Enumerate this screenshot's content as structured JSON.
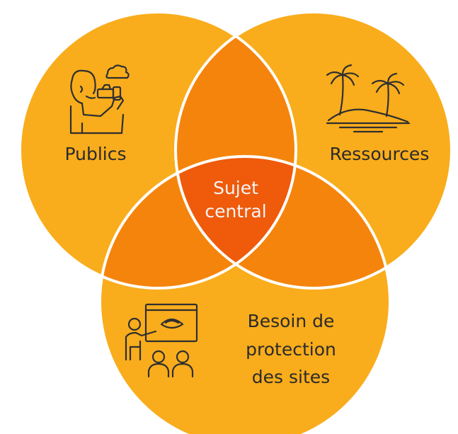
{
  "diagram": {
    "type": "venn-3",
    "colors": {
      "circle": "#f9ad1c",
      "pair_overlap": "#f5840c",
      "center": "#ef5a0b",
      "outline": "#ffffff",
      "text": "#2b2b2b",
      "center_text": "#f5f5f5"
    },
    "circles": {
      "left": {
        "label": "Publics",
        "icon": "person-with-binoculars-icon"
      },
      "right": {
        "label": "Ressources",
        "icon": "palm-island-icon"
      },
      "bottom": {
        "label_lines": [
          "Besoin de",
          "protection",
          "des sites"
        ],
        "icon": "teacher-presentation-icon"
      }
    },
    "center": {
      "label_lines": [
        "Sujet",
        "central"
      ]
    }
  }
}
